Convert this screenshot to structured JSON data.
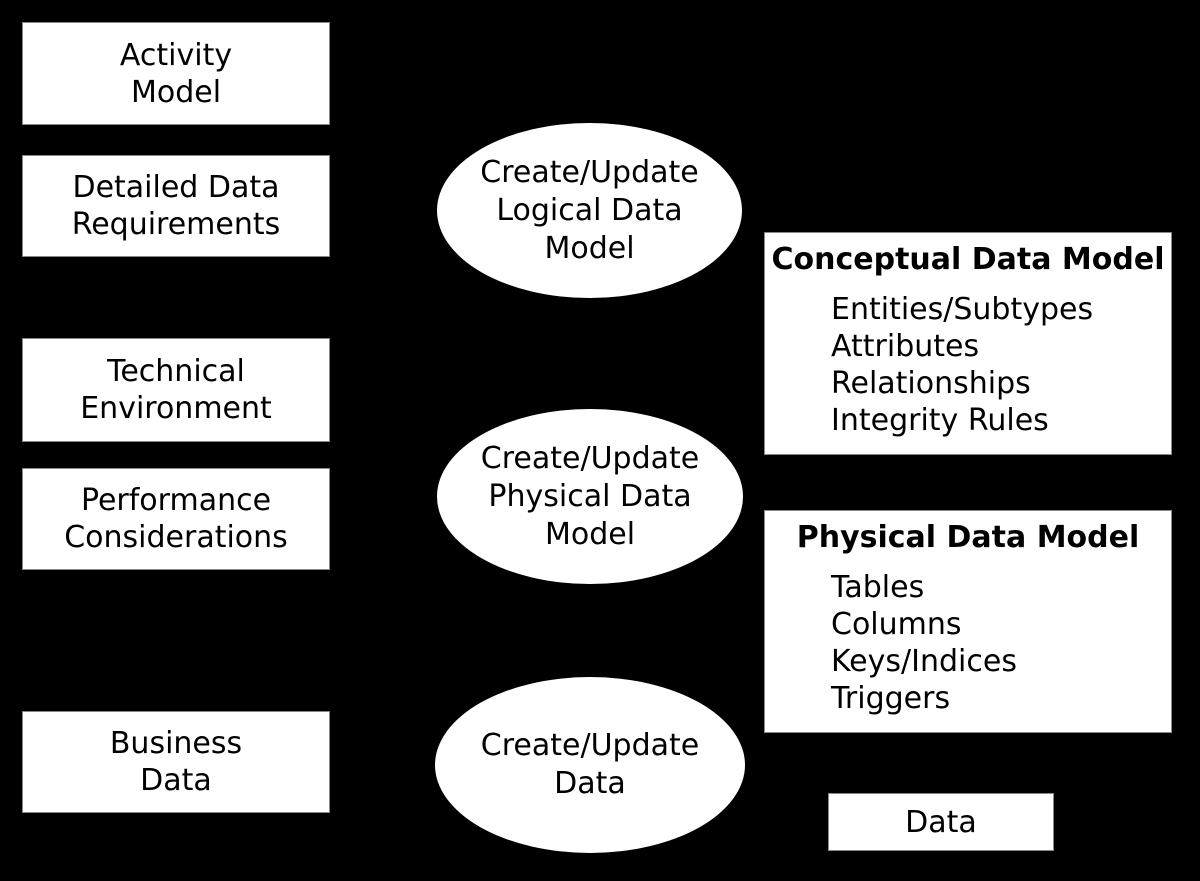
{
  "diagram": {
    "colors": {
      "background": "#000000",
      "node_fill": "#ffffff",
      "node_border": "#888888",
      "text": "#000000"
    },
    "input_boxes": [
      {
        "label": "Activity\nModel"
      },
      {
        "label": "Detailed Data\nRequirements"
      },
      {
        "label": "Technical\nEnvironment"
      },
      {
        "label": "Performance\nConsiderations"
      },
      {
        "label": "Business\nData"
      }
    ],
    "processes": [
      {
        "label": "Create/Update\nLogical Data\nModel"
      },
      {
        "label": "Create/Update\nPhysical Data\nModel"
      },
      {
        "label": "Create/Update\nData"
      }
    ],
    "output_boxes": [
      {
        "title": "Conceptual Data Model",
        "items": [
          "Entities/Subtypes",
          "Attributes",
          "Relationships",
          "Integrity Rules"
        ]
      },
      {
        "title": "Physical Data Model",
        "items": [
          "Tables",
          "Columns",
          "Keys/Indices",
          "Triggers"
        ]
      }
    ],
    "data_store": {
      "label": "Data"
    }
  }
}
